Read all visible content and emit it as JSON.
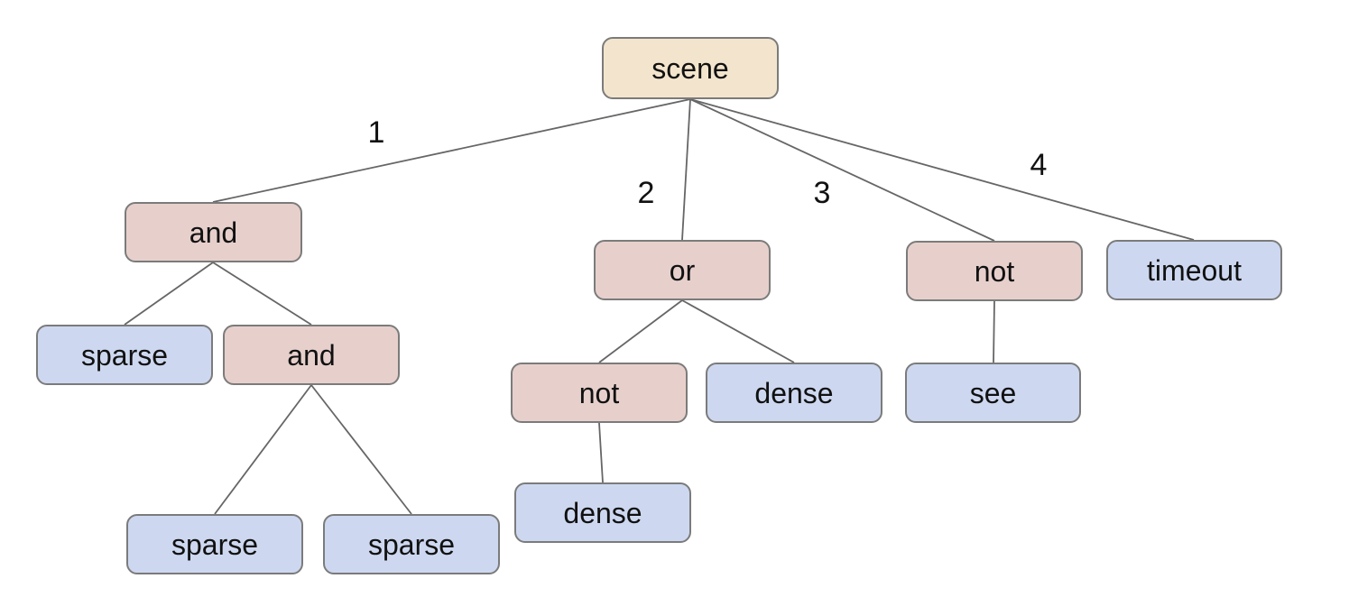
{
  "diagram": {
    "description": "behavior tree of scene with numbered branches",
    "colors": {
      "background": "#ffffff",
      "root_fill": "#f3e5cd",
      "operator_fill": "#e7d0cc",
      "leaf_fill": "#cdd8f0",
      "node_border": "#7b7b7b",
      "edge_stroke": "#666666",
      "text": "#111111"
    },
    "nodes": [
      {
        "id": "scene",
        "label": "scene",
        "kind": "root"
      },
      {
        "id": "and-1",
        "label": "and",
        "kind": "operator"
      },
      {
        "id": "or-1",
        "label": "or",
        "kind": "operator"
      },
      {
        "id": "not-1",
        "label": "not",
        "kind": "operator"
      },
      {
        "id": "timeout-1",
        "label": "timeout",
        "kind": "leaf"
      },
      {
        "id": "sparse-1",
        "label": "sparse",
        "kind": "leaf"
      },
      {
        "id": "and-2",
        "label": "and",
        "kind": "operator"
      },
      {
        "id": "not-2",
        "label": "not",
        "kind": "operator"
      },
      {
        "id": "dense-1",
        "label": "dense",
        "kind": "leaf"
      },
      {
        "id": "see-1",
        "label": "see",
        "kind": "leaf"
      },
      {
        "id": "dense-2",
        "label": "dense",
        "kind": "leaf"
      },
      {
        "id": "sparse-2",
        "label": "sparse",
        "kind": "leaf"
      },
      {
        "id": "sparse-3",
        "label": "sparse",
        "kind": "leaf"
      }
    ],
    "edges": [
      {
        "from": "scene",
        "to": "and-1",
        "label": "1"
      },
      {
        "from": "scene",
        "to": "or-1",
        "label": "2"
      },
      {
        "from": "scene",
        "to": "not-1",
        "label": "3"
      },
      {
        "from": "scene",
        "to": "timeout-1",
        "label": "4"
      },
      {
        "from": "and-1",
        "to": "sparse-1",
        "label": ""
      },
      {
        "from": "and-1",
        "to": "and-2",
        "label": ""
      },
      {
        "from": "and-2",
        "to": "sparse-2",
        "label": ""
      },
      {
        "from": "and-2",
        "to": "sparse-3",
        "label": ""
      },
      {
        "from": "or-1",
        "to": "not-2",
        "label": ""
      },
      {
        "from": "or-1",
        "to": "dense-1",
        "label": ""
      },
      {
        "from": "not-2",
        "to": "dense-2",
        "label": ""
      },
      {
        "from": "not-1",
        "to": "see-1",
        "label": ""
      }
    ]
  }
}
